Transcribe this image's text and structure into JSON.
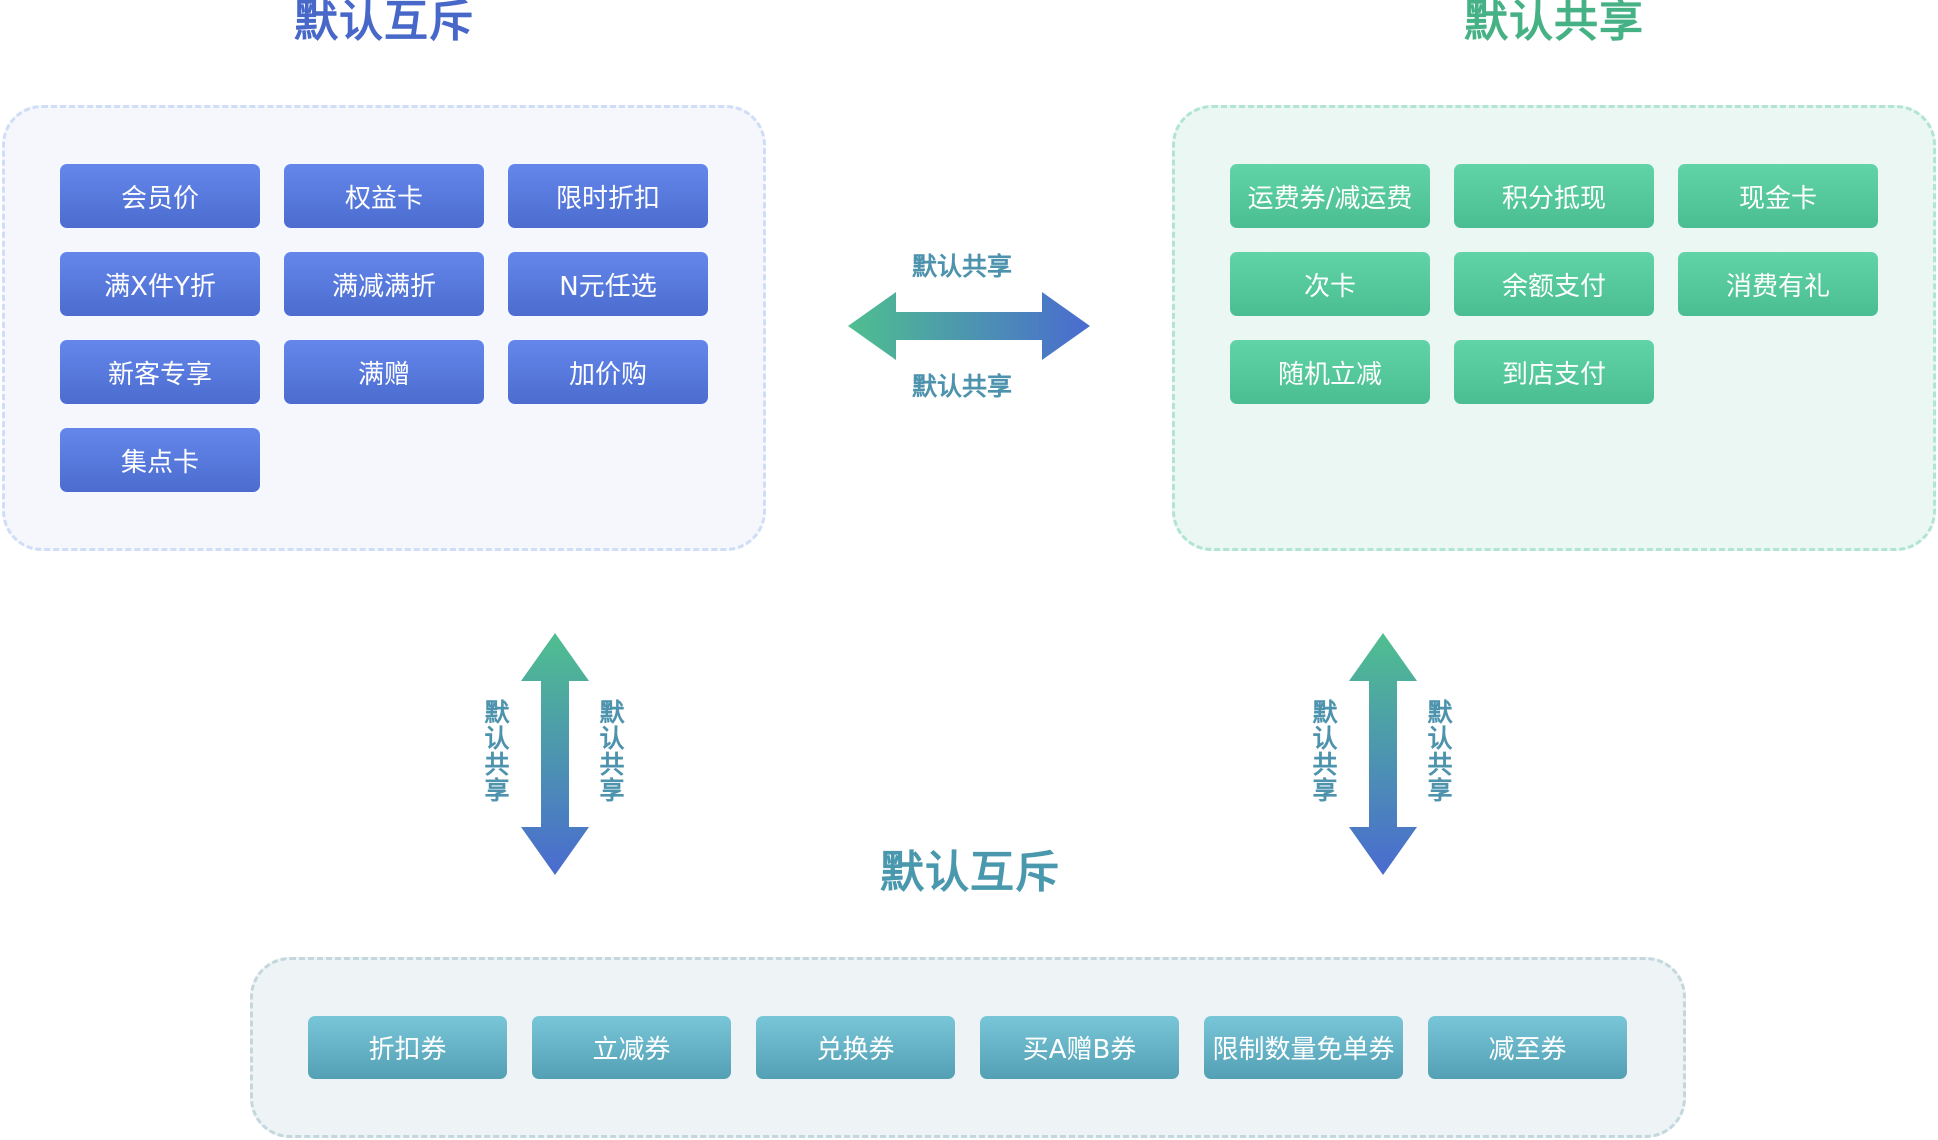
{
  "titles": {
    "left": "默认互斥",
    "right": "默认共享",
    "bottom": "默认互斥"
  },
  "left_group": {
    "items": [
      "会员价",
      "权益卡",
      "限时折扣",
      "满X件Y折",
      "满减满折",
      "N元任选",
      "新客专享",
      "满赠",
      "加价购",
      "集点卡"
    ]
  },
  "right_group": {
    "items": [
      "运费券/减运费",
      "积分抵现",
      "现金卡",
      "次卡",
      "余额支付",
      "消费有礼",
      "随机立减",
      "到店支付"
    ]
  },
  "bottom_group": {
    "items": [
      "折扣券",
      "立减券",
      "兑换券",
      "买A赠B券",
      "限制数量免单券",
      "减至券"
    ]
  },
  "connectors": {
    "horizontal": {
      "label_top": "默认共享",
      "label_bottom": "默认共享",
      "direction": "bidirectional"
    },
    "vertical_left": {
      "label_left": "默认共享",
      "label_right": "默认共享",
      "direction": "bidirectional"
    },
    "vertical_right": {
      "label_left": "默认共享",
      "label_right": "默认共享",
      "direction": "bidirectional"
    }
  },
  "colors": {
    "mutex_blue": "#4868c9",
    "share_green": "#45b184",
    "coupon_teal": "#4a98ae",
    "arrow_start": "#4fbf8f",
    "arrow_end": "#4a6bd0"
  }
}
